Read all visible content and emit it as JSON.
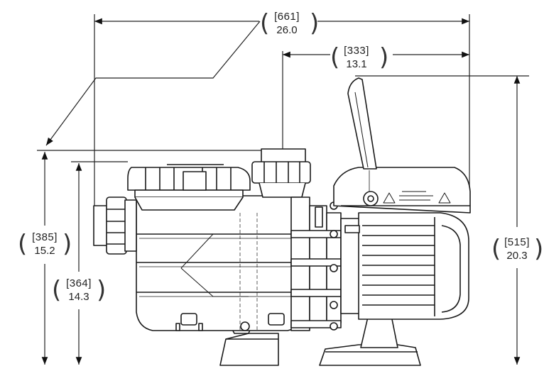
{
  "dimensions": {
    "overall_length": {
      "mm": "661",
      "inch": "26.0"
    },
    "motor_section_length": {
      "mm": "333",
      "inch": "13.1"
    },
    "overall_height": {
      "mm": "515",
      "inch": "20.3"
    },
    "inlet_top_height": {
      "mm": "385",
      "inch": "15.2"
    },
    "lid_height": {
      "mm": "364",
      "inch": "14.3"
    }
  },
  "colors": {
    "line": "#1a1a1a",
    "dim": "#222222",
    "background": "#ffffff"
  }
}
